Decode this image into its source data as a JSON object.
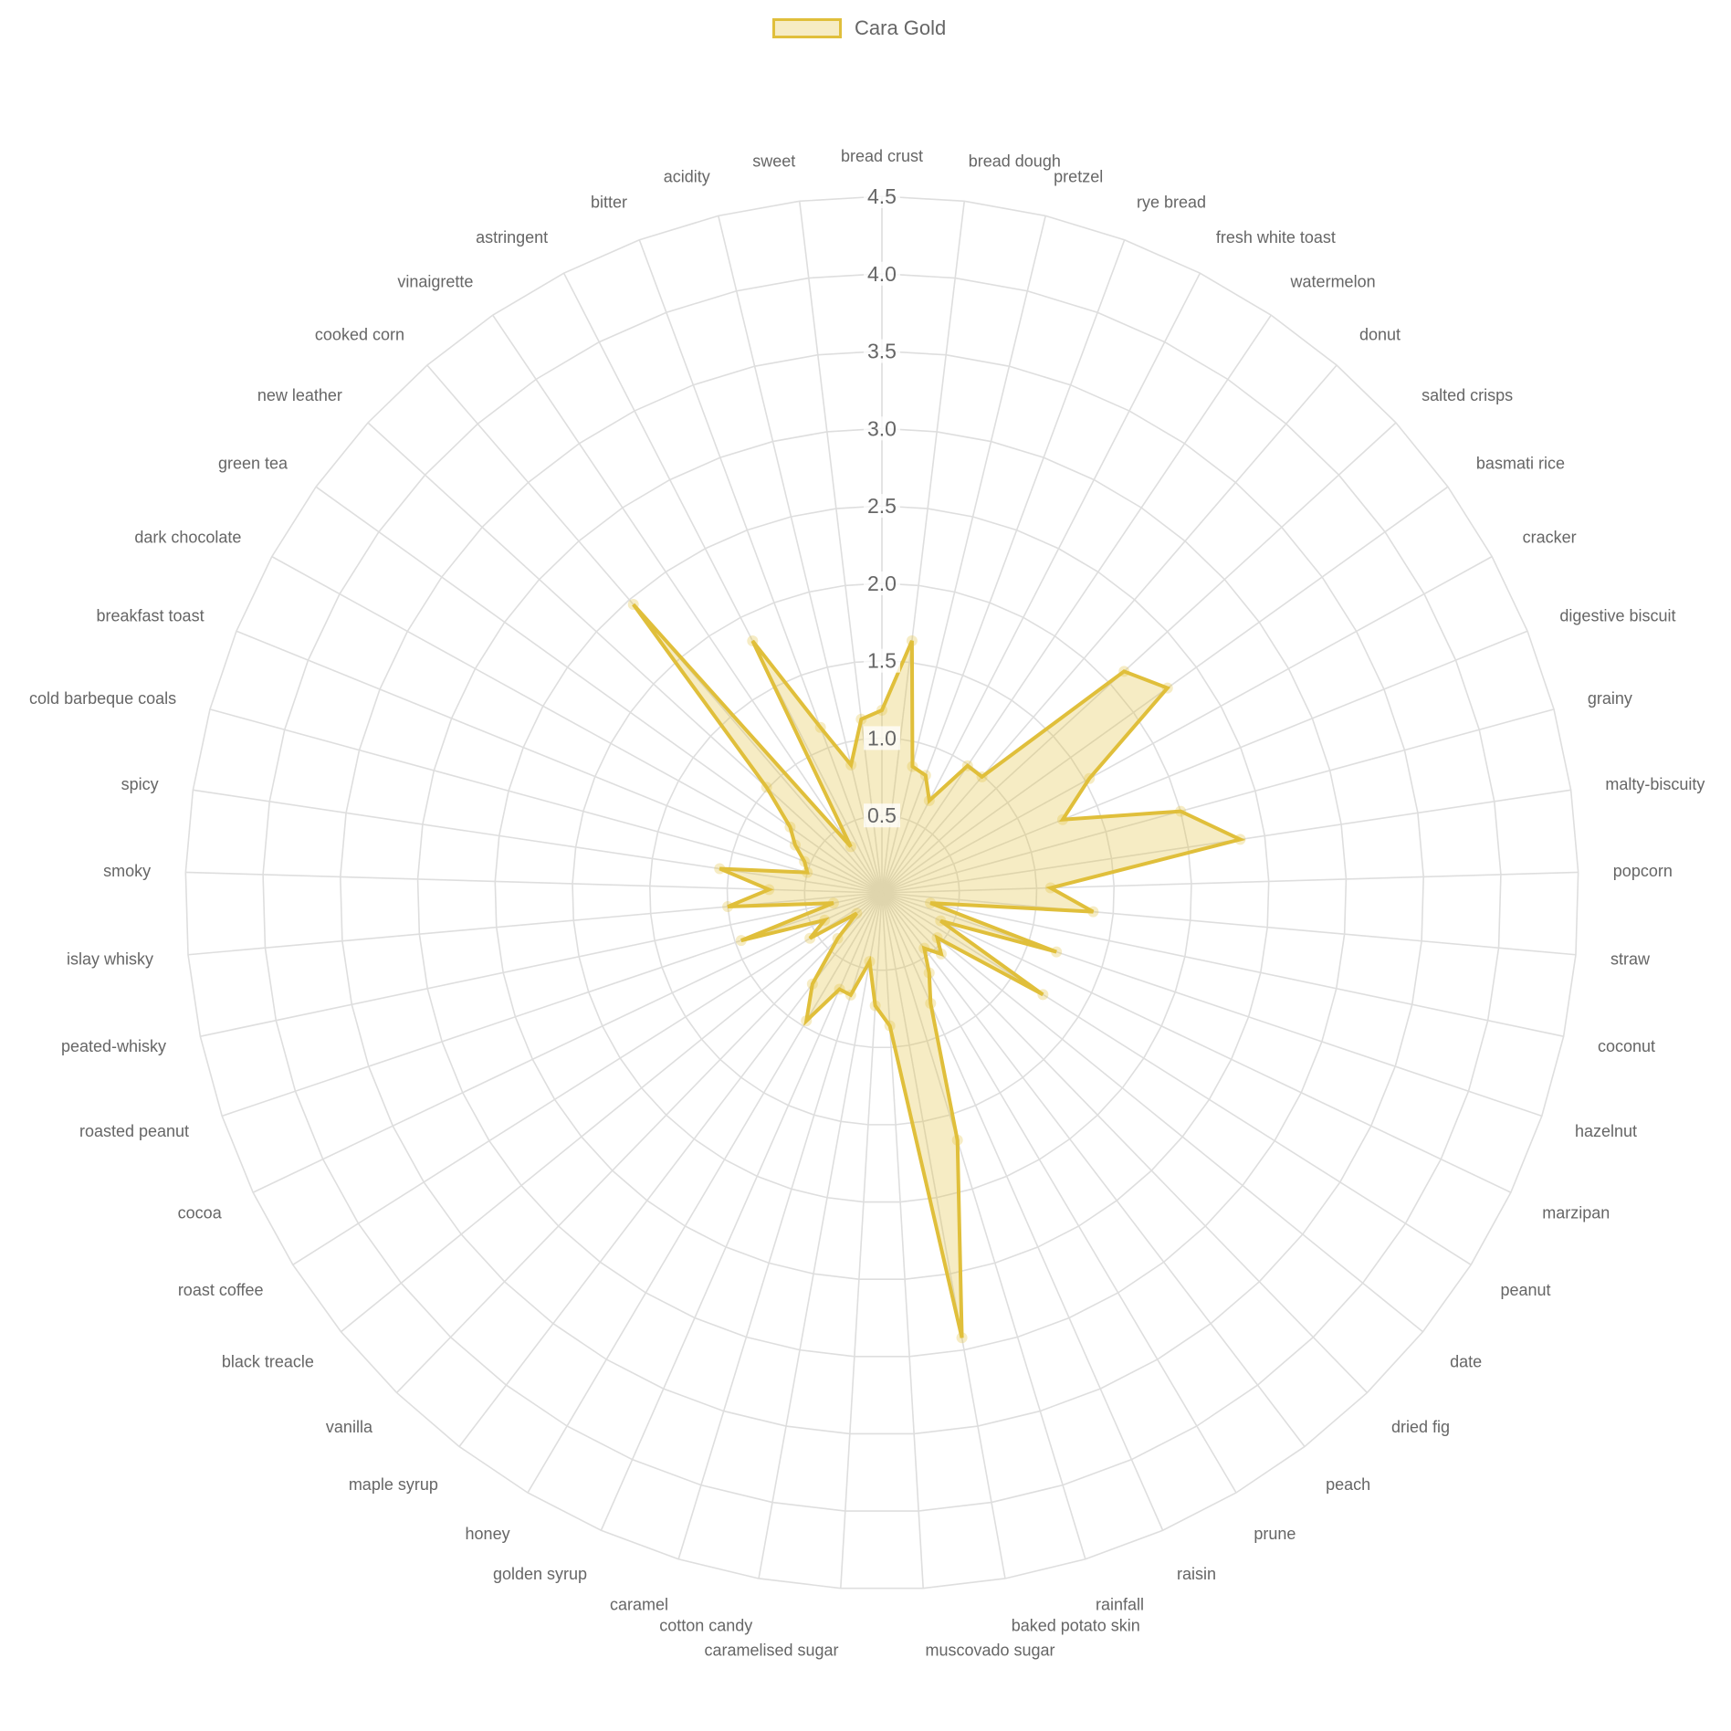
{
  "chart_data": {
    "type": "radar",
    "legend_position": "top",
    "series": [
      {
        "name": "Cara Gold",
        "color": "#e0bf3b",
        "values": [
          1.18,
          1.64,
          0.84,
          0.81,
          0.67,
          0.99,
          0.99,
          2.12,
          2.27,
          1.53,
          1.26,
          2.0,
          2.34,
          1.09,
          1.37,
          0.32,
          1.19,
          0.42,
          1.23,
          0.46,
          0.55,
          0.45,
          0.6,
          0.78,
          1.67,
          2.92,
          0.86,
          0.73,
          0.45,
          0.69,
          0.68,
          0.96,
          0.74,
          0.41,
          0.21,
          0.55,
          0.41,
          0.96,
          0.32,
          1.0,
          0.73,
          1.06,
          0.5,
          0.54,
          0.64,
          0.73,
          1.01,
          2.46,
          0.36,
          1.83,
          1.14,
          0.85,
          1.13
        ]
      }
    ],
    "categories": [
      "bread crust",
      "bread dough",
      "pretzel",
      "rye bread",
      "fresh white toast",
      "watermelon",
      "donut",
      "salted crisps",
      "basmati rice",
      "cracker",
      "digestive biscuit",
      "grainy",
      "malty-biscuity",
      "popcorn",
      "straw",
      "coconut",
      "hazelnut",
      "marzipan",
      "peanut",
      "date",
      "dried fig",
      "peach",
      "prune",
      "raisin",
      "rainfall",
      "baked potato skin",
      "muscovado sugar",
      "caramelised sugar",
      "cotton candy",
      "caramel",
      "golden syrup",
      "honey",
      "maple syrup",
      "vanilla",
      "black treacle",
      "roast coffee",
      "cocoa",
      "roasted peanut",
      "peated-whisky",
      "islay whisky",
      "smoky",
      "spicy",
      "cold barbeque coals",
      "breakfast toast",
      "dark chocolate",
      "green tea",
      "new leather",
      "cooked corn",
      "vinaigrette",
      "astringent",
      "bitter",
      "acidity",
      "sweet"
    ],
    "rlim": [
      0,
      4.5
    ],
    "ticks": [
      "0.5",
      "1.0",
      "1.5",
      "2.0",
      "2.5",
      "3.0",
      "3.5",
      "4.0",
      "4.5"
    ],
    "tick_values": [
      0.5,
      1.0,
      1.5,
      2.0,
      2.5,
      3.0,
      3.5,
      4.0,
      4.5
    ],
    "grid": true
  }
}
